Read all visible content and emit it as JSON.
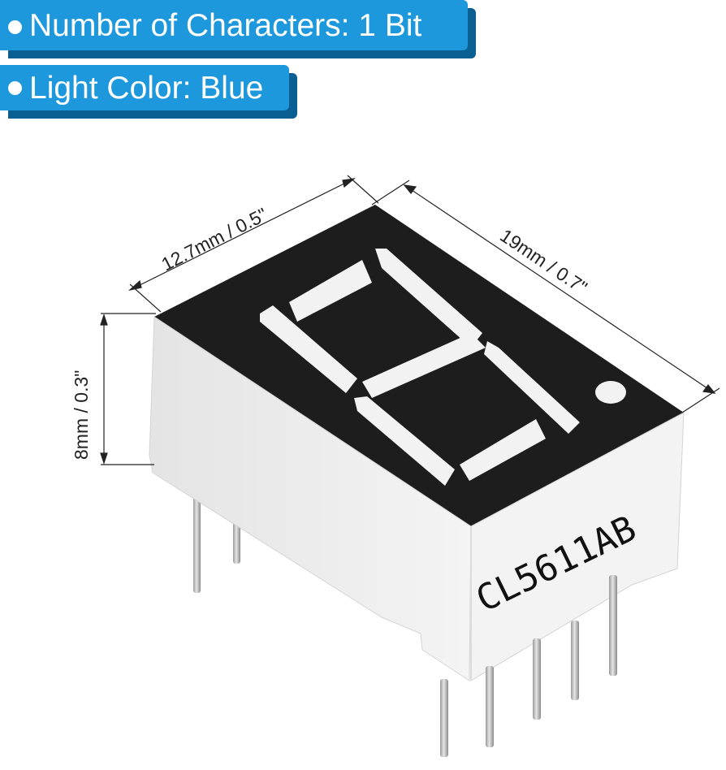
{
  "specs": {
    "characters_label": "Number of Characters: 1 Bit",
    "color_label": "Light Color: Blue"
  },
  "dimensions": {
    "width_label": "12.7mm / 0.5\"",
    "length_label": "19mm / 0.7\"",
    "height_label": "8mm / 0.3\""
  },
  "product": {
    "model_marking": "CL5611AB"
  },
  "colors": {
    "banner_background": "#1e98dc",
    "banner_shadow": "#0a5f92",
    "display_face": "#1d1d1d",
    "segment_off": "#f2f2f2",
    "body_side": "#ececec"
  }
}
